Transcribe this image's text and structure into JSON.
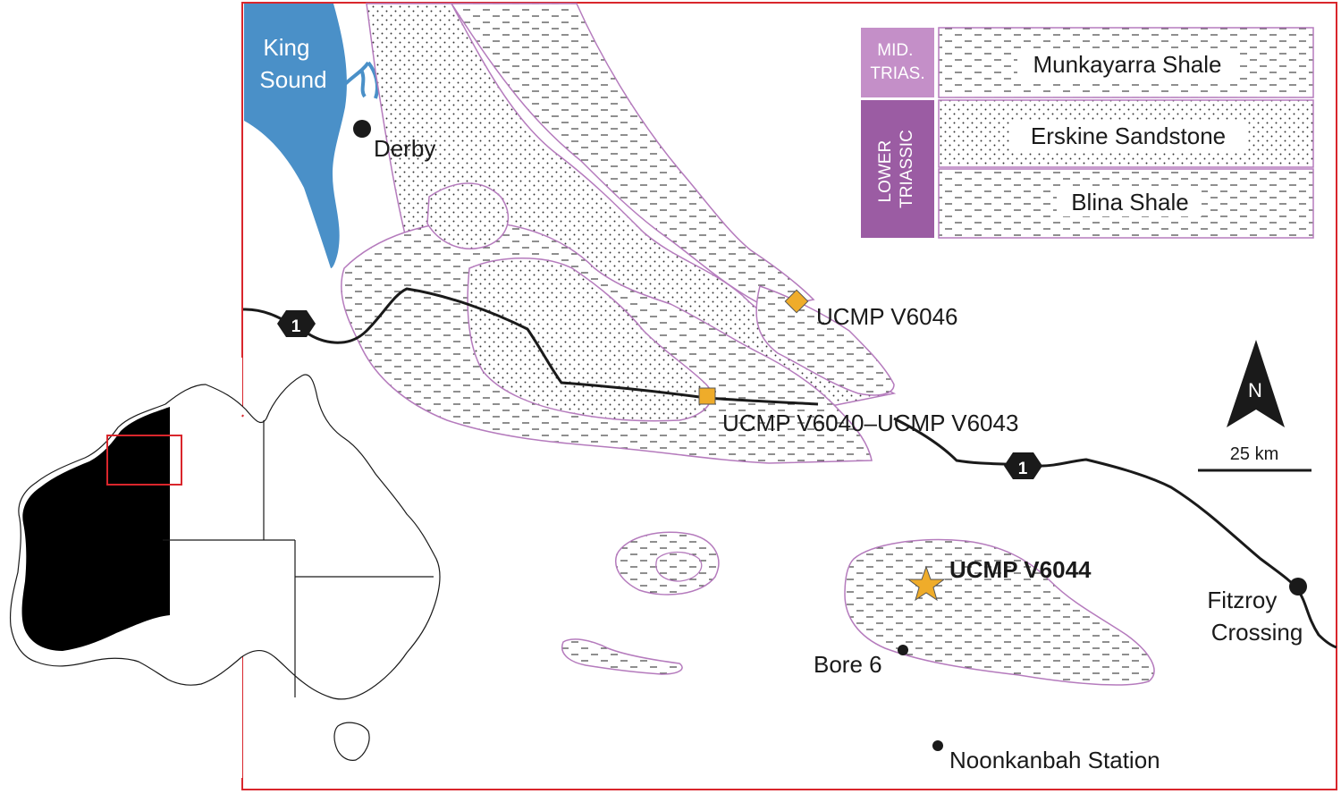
{
  "colors": {
    "frame": "#d9262c",
    "water": "#4a90c8",
    "outcrop_outline": "#b57bbd",
    "marker": "#efac2a",
    "mid_triassic": "#c48fc8",
    "lower_triassic": "#9b5ca3",
    "road": "#1a1a1a"
  },
  "water_label": [
    "King",
    "Sound"
  ],
  "towns": {
    "derby": "Derby",
    "fitzroy": [
      "Fitzroy",
      "Crossing"
    ],
    "bore": "Bore 6",
    "noonkanbah": "Noonkanbah Station"
  },
  "road": {
    "number": "1"
  },
  "localities": {
    "v6046": "UCMP V6046",
    "v6040": "UCMP V6040–UCMP V6043",
    "v6044": "UCMP V6044"
  },
  "north_arrow": {
    "label": "N"
  },
  "scale_bar": {
    "label": "25 km"
  },
  "legend": {
    "periods": [
      {
        "lines": [
          "MID.",
          "TRIAS."
        ]
      },
      {
        "lines": [
          "LOWER",
          "TRIASSIC"
        ]
      }
    ],
    "units": [
      "Munkayarra Shale",
      "Erskine Sandstone",
      "Blina Shale"
    ]
  },
  "inset": {
    "icon": "australia-map-icon"
  }
}
